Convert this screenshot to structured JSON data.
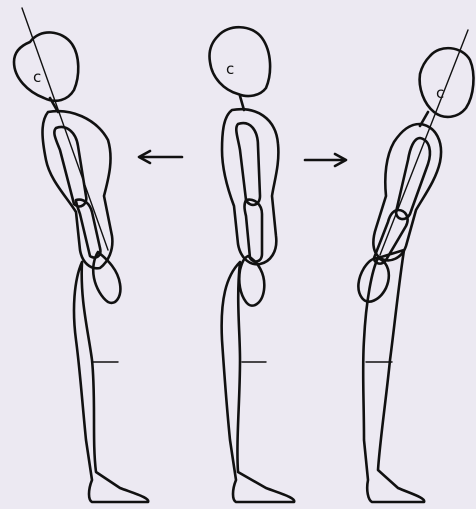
{
  "figures": [
    {
      "name": "figure-leaning-back",
      "ear_label": "c",
      "has_plumb_line": true
    },
    {
      "name": "figure-upright",
      "ear_label": "c",
      "has_plumb_line": false
    },
    {
      "name": "figure-leaning-forward",
      "ear_label": "c",
      "has_plumb_line": true
    }
  ],
  "arrows": [
    {
      "name": "arrow-left",
      "direction": "left"
    },
    {
      "name": "arrow-right",
      "direction": "right"
    }
  ],
  "colors": {
    "background": "#ece9f2",
    "ink": "#111111"
  }
}
